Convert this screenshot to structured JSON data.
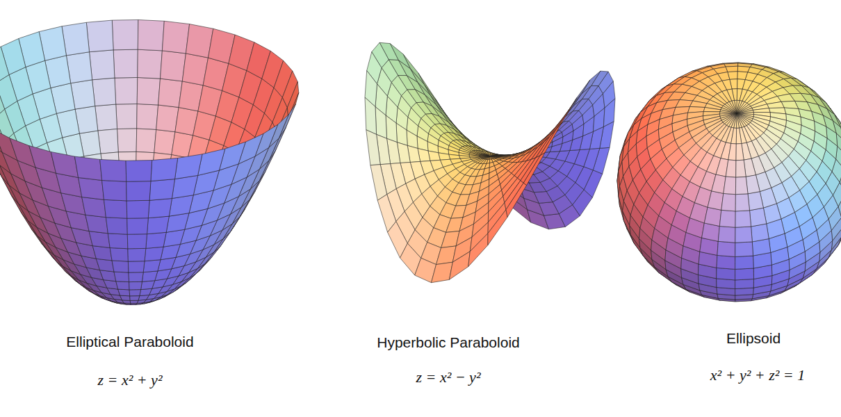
{
  "diagram": {
    "labels": [
      "Elliptical Paraboloid",
      "z = x² + y²",
      "Hyperbolic Paraboloid",
      "z = x² − y²",
      "Ellipsoid",
      "x² + y² + z² = 1"
    ]
  }
}
